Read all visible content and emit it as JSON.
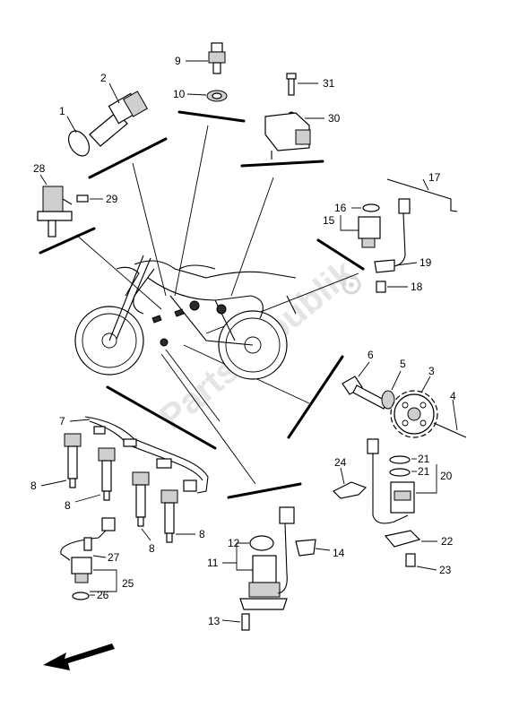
{
  "watermark": "PartsRepublik",
  "callouts": {
    "c1": "1",
    "c2": "2",
    "c3": "3",
    "c4": "4",
    "c5": "5",
    "c6": "6",
    "c7": "7",
    "c8a": "8",
    "c8b": "8",
    "c8c": "8",
    "c8d": "8",
    "c9": "9",
    "c10": "10",
    "c11": "11",
    "c12": "12",
    "c13": "13",
    "c14": "14",
    "c15": "15",
    "c16": "16",
    "c17": "17",
    "c18": "18",
    "c19": "19",
    "c20": "20",
    "c21a": "21",
    "c21b": "21",
    "c22": "22",
    "c23": "23",
    "c24": "24",
    "c25": "25",
    "c26": "26",
    "c27": "27",
    "c28": "28",
    "c29": "29",
    "c30": "30",
    "c31": "31"
  },
  "icons": {
    "direction": "front-arrow-icon",
    "gear": "gear-icon"
  }
}
